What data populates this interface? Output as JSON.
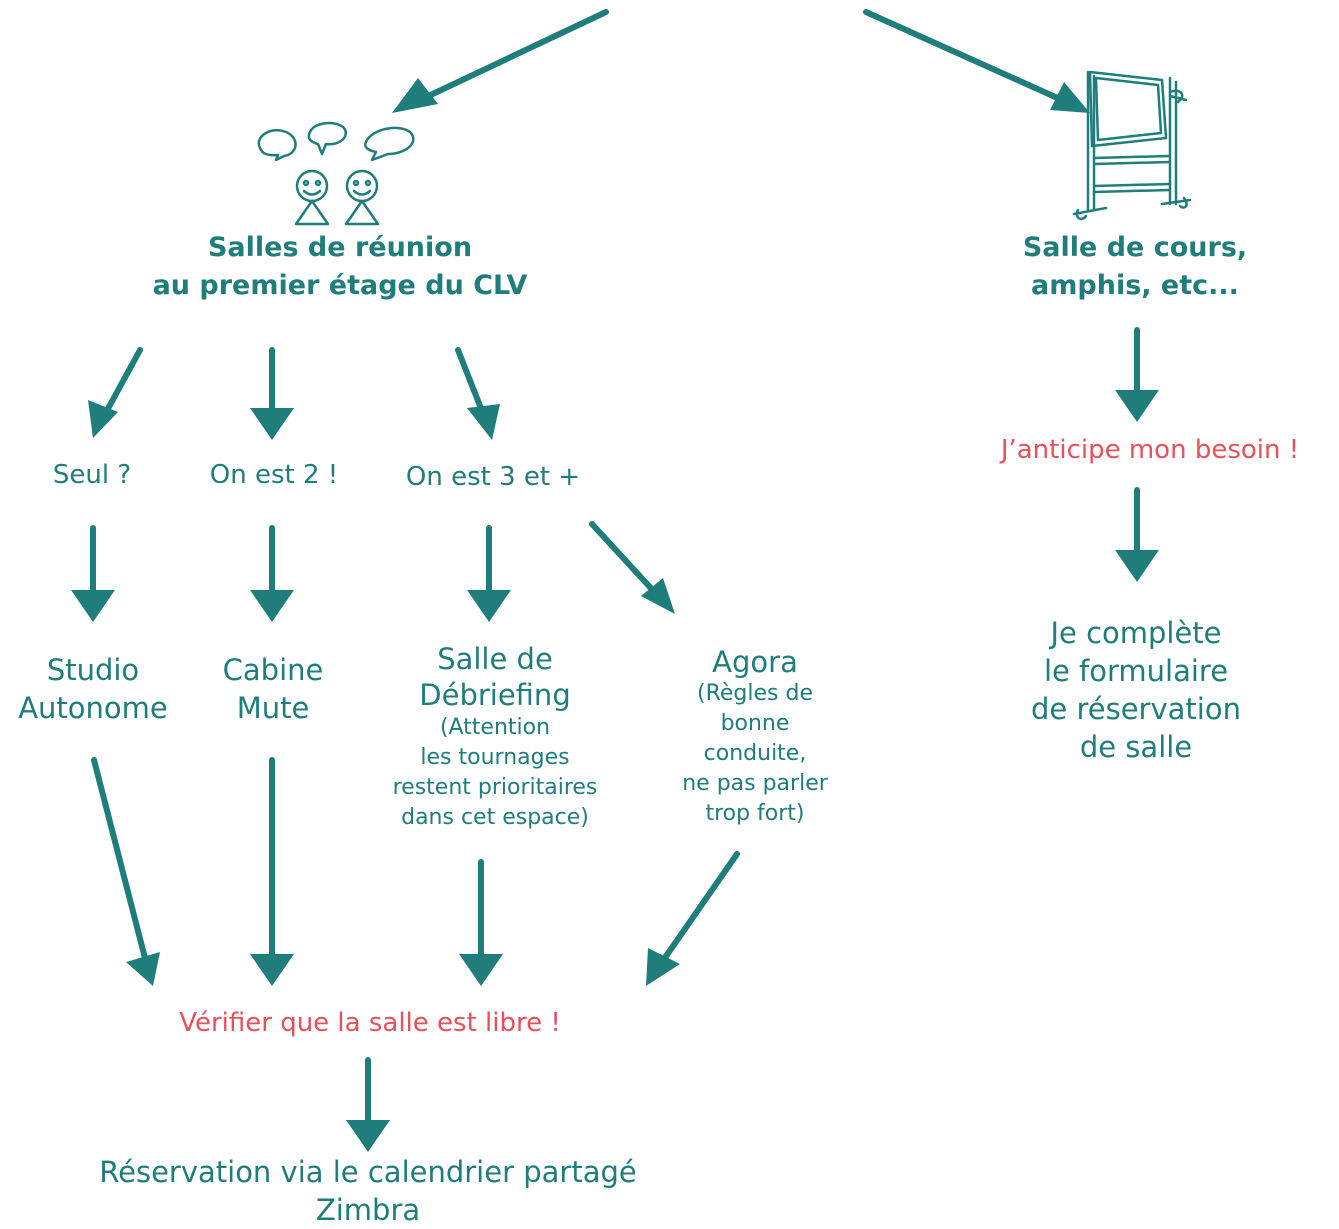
{
  "colors": {
    "teal": "#1f7d7b",
    "red": "#e8505b"
  },
  "icons": {
    "meeting": "people-talking-icon",
    "classroom": "whiteboard-icon"
  },
  "nodes": {
    "meeting_rooms": {
      "line1": "Salles de réunion",
      "line2": "au premier étage du CLV"
    },
    "classrooms": {
      "line1": "Salle de cours,",
      "line2": "amphis, etc..."
    },
    "alone": "Seul ?",
    "two": "On est 2 !",
    "three_plus": "On est 3 et +",
    "studio": {
      "line1": "Studio",
      "line2": "Autonome"
    },
    "cabine": {
      "line1": "Cabine",
      "line2": "Mute"
    },
    "debriefing": {
      "line1": "Salle de",
      "line2": "Débriefing",
      "note": [
        "(Attention",
        "les tournages",
        "restent prioritaires",
        "dans cet espace)"
      ]
    },
    "agora": {
      "line1": "Agora",
      "note": [
        "(Règles de",
        "bonne",
        "conduite,",
        "ne pas parler",
        "trop fort)"
      ]
    },
    "check_free": "Vérifier que la salle est libre !",
    "reservation": {
      "line1": "Réservation via le calendrier partagé",
      "line2": "Zimbra"
    },
    "anticipate": "J’anticipe mon besoin !",
    "form": {
      "line1": "Je complète",
      "line2": "le formulaire",
      "line3": "de réservation",
      "line4": "de salle"
    }
  }
}
